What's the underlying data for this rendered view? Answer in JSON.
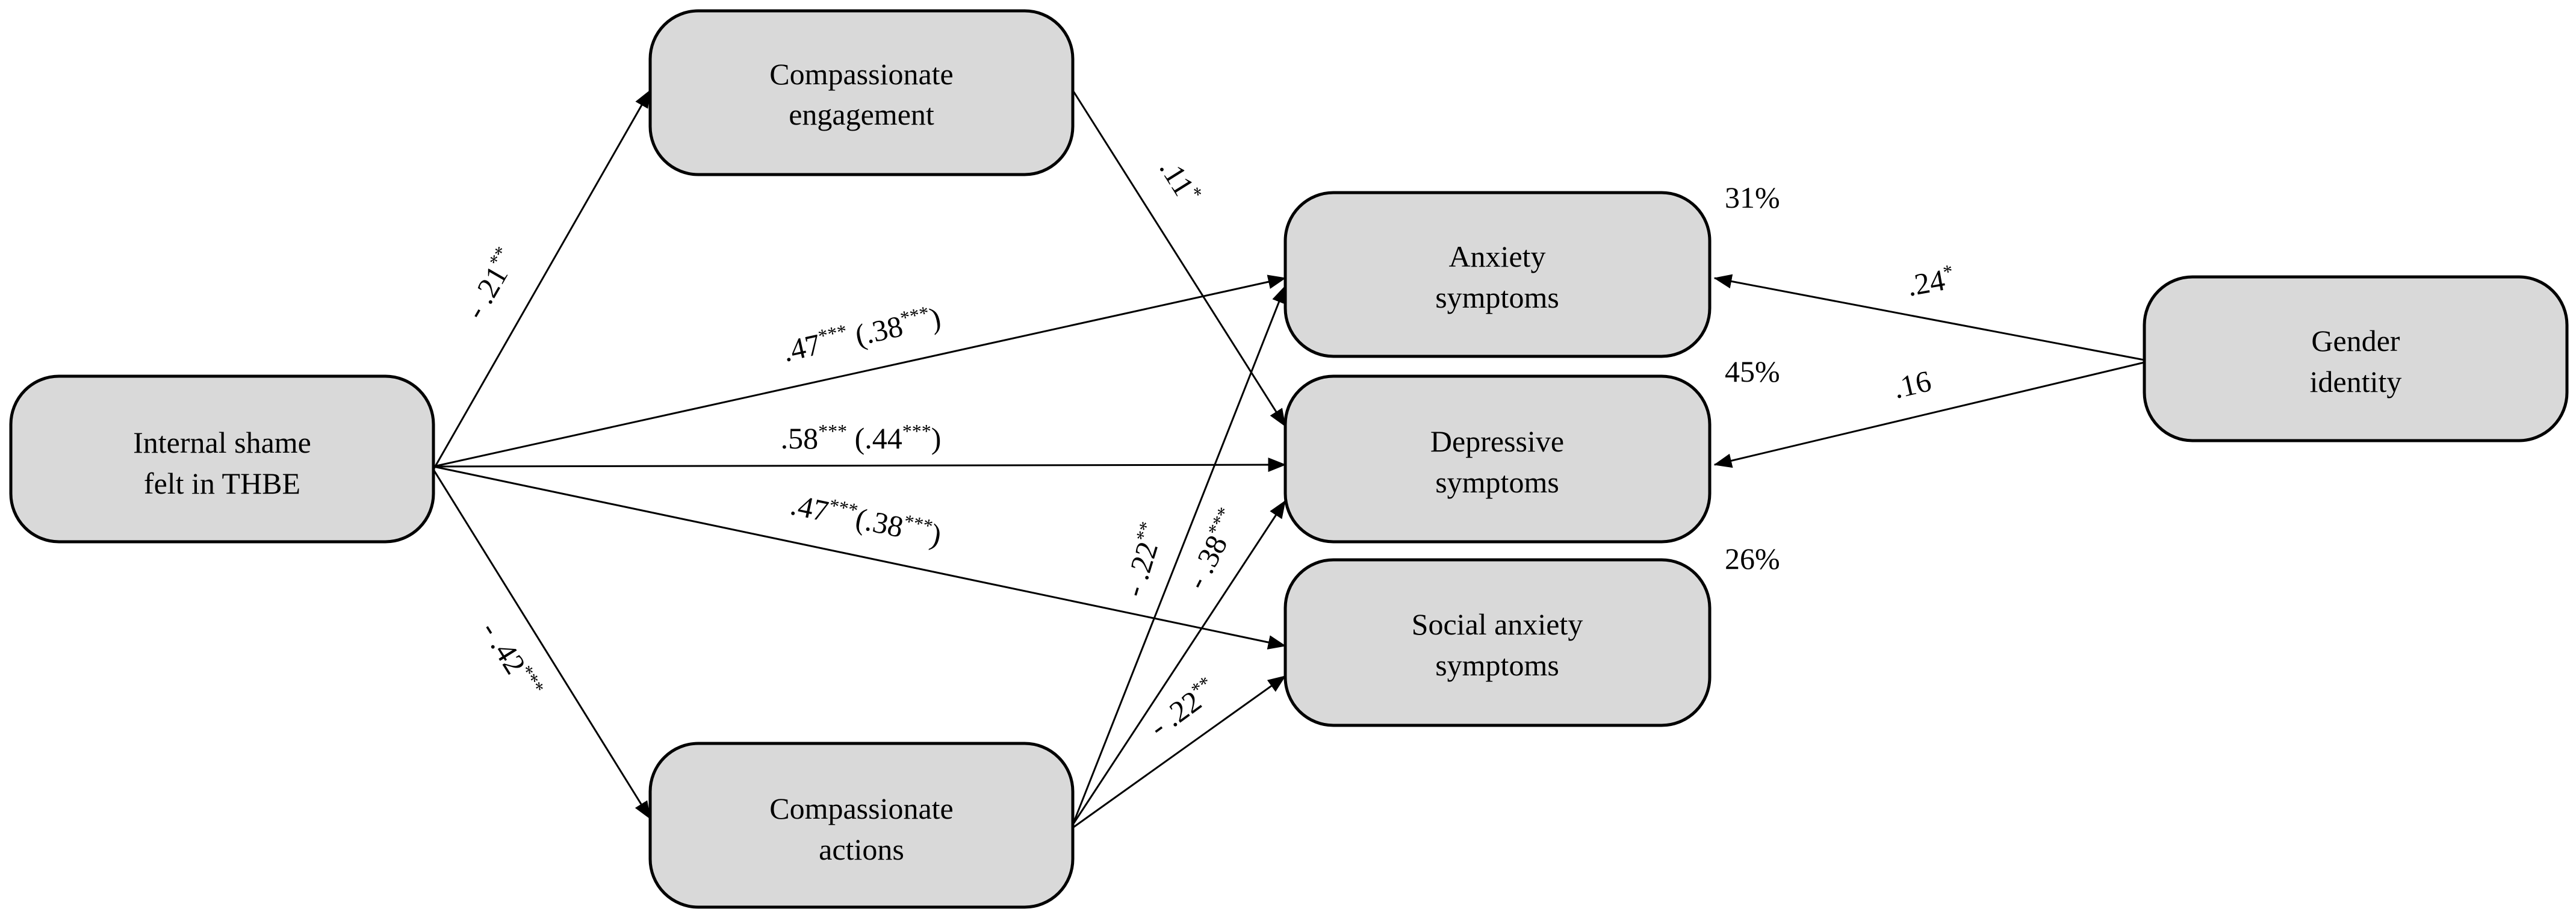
{
  "nodes": {
    "shame": {
      "line1": "Internal shame",
      "line2": "felt in THBE"
    },
    "engagement": {
      "line1": "Compassionate",
      "line2": "engagement"
    },
    "actions": {
      "line1": "Compassionate",
      "line2": "actions"
    },
    "anxiety": {
      "line1": "Anxiety",
      "line2": "symptoms"
    },
    "depressive": {
      "line1": "Depressive",
      "line2": "symptoms"
    },
    "social": {
      "line1": "Social anxiety",
      "line2": "symptoms"
    },
    "gender": {
      "line1": "Gender",
      "line2": "identity"
    }
  },
  "r2": {
    "anxiety": "31%",
    "depressive": "45%",
    "social": "26%"
  },
  "edges": {
    "shame_engagement": {
      "value": "- .21",
      "stars": "**"
    },
    "shame_actions": {
      "value": "- .42",
      "stars": "***"
    },
    "shame_anxiety": {
      "v1": ".47",
      "s1": "***",
      "v2": " (.38",
      "s2": "***",
      "end": ")"
    },
    "shame_depressive": {
      "v1": ".58",
      "s1": "***",
      "v2": " (.44",
      "s2": "***",
      "end": ")"
    },
    "shame_social": {
      "v1": ".47",
      "s1": "***",
      "v2": "(.38",
      "s2": "***",
      "end": ")"
    },
    "engagement_depressive": {
      "value": ".11",
      "stars": "*"
    },
    "actions_anxiety": {
      "value": "- .22",
      "stars": "**"
    },
    "actions_depressive": {
      "value": "- .38",
      "stars": "***"
    },
    "actions_social": {
      "value": "- .22",
      "stars": "**"
    },
    "gender_anxiety": {
      "value": ".24",
      "stars": "*"
    },
    "gender_depressive": {
      "value": ".16"
    }
  }
}
